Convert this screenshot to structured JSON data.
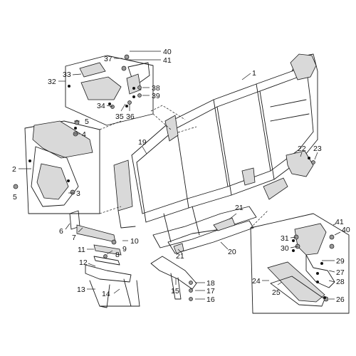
{
  "callouts": [
    {
      "id": "c1",
      "label": "1"
    },
    {
      "id": "c2",
      "label": "2"
    },
    {
      "id": "c3",
      "label": "3"
    },
    {
      "id": "c4",
      "label": "4"
    },
    {
      "id": "c5a",
      "label": "5"
    },
    {
      "id": "c5b",
      "label": "5"
    },
    {
      "id": "c6",
      "label": "6"
    },
    {
      "id": "c7",
      "label": "7"
    },
    {
      "id": "c8",
      "label": "8"
    },
    {
      "id": "c9",
      "label": "9"
    },
    {
      "id": "c10",
      "label": "10"
    },
    {
      "id": "c11",
      "label": "11"
    },
    {
      "id": "c12",
      "label": "12"
    },
    {
      "id": "c13",
      "label": "13"
    },
    {
      "id": "c14",
      "label": "14"
    },
    {
      "id": "c15",
      "label": "15"
    },
    {
      "id": "c16",
      "label": "16"
    },
    {
      "id": "c17",
      "label": "17"
    },
    {
      "id": "c18",
      "label": "18"
    },
    {
      "id": "c19",
      "label": "19"
    },
    {
      "id": "c20",
      "label": "20"
    },
    {
      "id": "c21a",
      "label": "21"
    },
    {
      "id": "c21b",
      "label": "21"
    },
    {
      "id": "c22",
      "label": "22"
    },
    {
      "id": "c23",
      "label": "23"
    },
    {
      "id": "c24",
      "label": "24"
    },
    {
      "id": "c25",
      "label": "25"
    },
    {
      "id": "c26",
      "label": "26"
    },
    {
      "id": "c27",
      "label": "27"
    },
    {
      "id": "c28",
      "label": "28"
    },
    {
      "id": "c29",
      "label": "29"
    },
    {
      "id": "c30",
      "label": "30"
    },
    {
      "id": "c31",
      "label": "31"
    },
    {
      "id": "c32",
      "label": "32"
    },
    {
      "id": "c33",
      "label": "33"
    },
    {
      "id": "c34",
      "label": "34"
    },
    {
      "id": "c35",
      "label": "35"
    },
    {
      "id": "c36",
      "label": "36"
    },
    {
      "id": "c37",
      "label": "37"
    },
    {
      "id": "c38",
      "label": "38"
    },
    {
      "id": "c39",
      "label": "39"
    },
    {
      "id": "c40a",
      "label": "40"
    },
    {
      "id": "c40b",
      "label": "40"
    },
    {
      "id": "c41a",
      "label": "41"
    },
    {
      "id": "c41b",
      "label": "41"
    }
  ]
}
